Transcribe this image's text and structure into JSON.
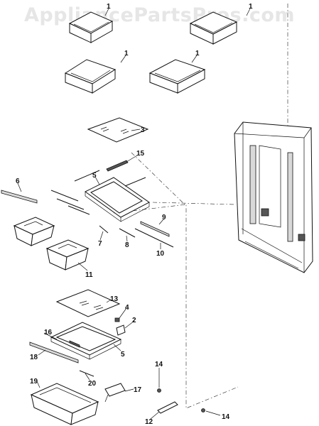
{
  "watermark": "AppliancePartsPros.com",
  "callouts": {
    "c1a": "1",
    "c1b": "1",
    "c1c": "1",
    "c1d": "1",
    "c2": "2",
    "c3": "3",
    "c4": "4",
    "c5a": "5",
    "c5b": "5",
    "c6": "6",
    "c7": "7",
    "c8": "8",
    "c9": "9",
    "c10": "10",
    "c11": "11",
    "c12": "12",
    "c13": "13",
    "c14a": "14",
    "c14b": "14",
    "c15": "15",
    "c16": "16",
    "c17": "17",
    "c18": "18",
    "c19": "19",
    "c20": "20"
  }
}
